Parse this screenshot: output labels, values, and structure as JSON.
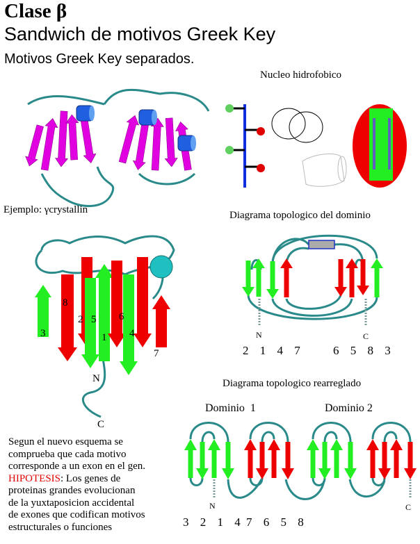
{
  "title": "Clase β",
  "subtitle": "Sandwich de motivos Greek Key",
  "subheading": "Motivos Greek Key separados.",
  "hydrophobic_core": {
    "label": "Nucleo hidrofobico"
  },
  "example": {
    "label": "Ejemplo: γcrystallin",
    "strand_numbers": [
      "3",
      "8",
      "2",
      "5",
      "1",
      "6",
      "4",
      "7"
    ],
    "n_label": "N",
    "c_label": "C"
  },
  "domain_topology": {
    "title": "Diagrama topologico del dominio",
    "n_label": "N",
    "c_label": "C",
    "order_left": "2 1 4 7",
    "order_right": "6 5 8 3"
  },
  "rearranged_topology": {
    "title": "Diagrama topologico rearreglado",
    "domain1": "Dominio  1",
    "domain2": "Dominio 2",
    "n_label": "N",
    "c_label": "C",
    "order_left": "3 2 1 4",
    "order_right": "7 6 5 8"
  },
  "paragraph": {
    "line1": "Segun el nuevo esquema se",
    "line2": "comprueba que cada motivo",
    "line3": "corresponde a un exon en el gen.",
    "hypothesis_label": "HIPOTESIS",
    "line4_rest": ": Los genes de",
    "line5": "proteinas grandes evolucionan",
    "line6": "de la yuxtaposicion accidental",
    "line7": "de exones que codifican motivos",
    "line8": "estructurales o funciones"
  },
  "colors": {
    "green": "#22ee22",
    "red": "#ee0000",
    "teal": "#2a8a8a",
    "magenta": "#e000e0",
    "blue": "#2060e0"
  }
}
